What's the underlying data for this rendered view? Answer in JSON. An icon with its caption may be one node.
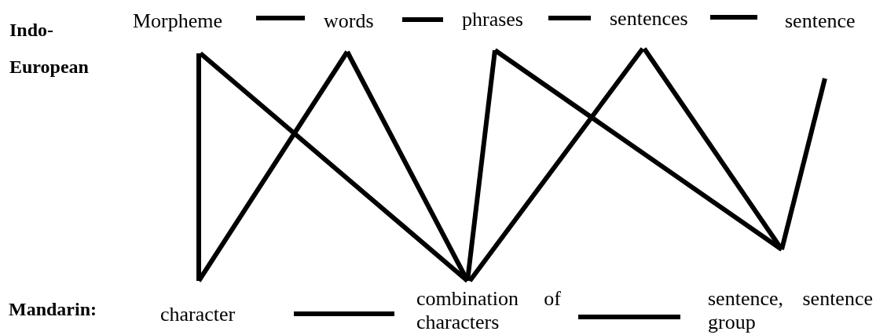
{
  "diagram": {
    "nodes": [
      {
        "text": [
          "Morpheme"
        ]
      },
      {
        "text": [
          "words"
        ]
      },
      {
        "text": [
          "phrases"
        ]
      },
      {
        "text": [
          "sentences"
        ]
      },
      {
        "text": [
          "sentence"
        ]
      },
      {
        "text": [
          "character"
        ]
      },
      {
        "text": [
          "combination of characters"
        ]
      },
      {
        "text": [
          "sentence, sentence group"
        ]
      }
    ],
    "edges": [
      {
        "from": 0,
        "to": 1,
        "arrow": "none"
      },
      {
        "from": 1,
        "to": 2,
        "arrow": "none"
      },
      {
        "from": 2,
        "to": 3,
        "arrow": "none"
      },
      {
        "from": 3,
        "to": 4,
        "arrow": "none"
      },
      {
        "from": 0,
        "to": 5,
        "arrow": "none"
      },
      {
        "from": 0,
        "to": 6,
        "arrow": "none"
      },
      {
        "from": 1,
        "to": 5,
        "arrow": "none"
      },
      {
        "from": 1,
        "to": 6,
        "arrow": "none"
      },
      {
        "from": 2,
        "to": 6,
        "arrow": "none"
      },
      {
        "from": 2,
        "to": 7,
        "arrow": "none"
      },
      {
        "from": 3,
        "to": 6,
        "arrow": "none"
      },
      {
        "from": 3,
        "to": 7,
        "arrow": "none"
      },
      {
        "from": 4,
        "to": 7,
        "arrow": "none"
      },
      {
        "from": 5,
        "to": 6,
        "arrow": "none"
      },
      {
        "from": 6,
        "to": 7,
        "arrow": "none"
      }
    ],
    "labels": [
      "Indo-European",
      "Mandarin:"
    ]
  }
}
